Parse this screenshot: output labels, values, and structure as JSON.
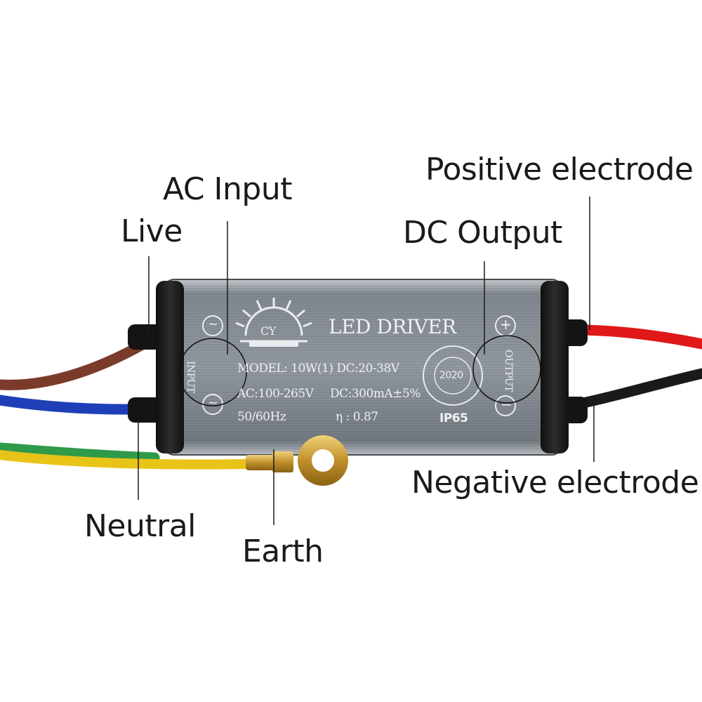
{
  "callouts": {
    "ac_input": "AC Input",
    "live": "Live",
    "neutral": "Neutral",
    "earth": "Earth",
    "dc_output": "DC Output",
    "positive": "Positive electrode",
    "negative": "Negative electrode"
  },
  "driver": {
    "brand": "CY",
    "title": "LED DRIVER",
    "input_label": "INPUT",
    "output_label": "OUTPUT",
    "model": "MODEL: 10W(1) DC:20-38V",
    "ac_rating": "AC:100-265V",
    "dc_rating": "DC:300mA±5%",
    "freq": "50/60Hz",
    "efficiency": "η : 0.87",
    "year": "2020",
    "ip_rating": "IP65",
    "input_symbol": "~",
    "plus_symbol": "+",
    "minus_symbol": "−"
  },
  "colors": {
    "wire_brown": "#7a3b2a",
    "wire_blue": "#1f3fb8",
    "wire_yellow": "#e8c418",
    "wire_green": "#2f9a4a",
    "wire_red": "#e01818",
    "wire_black": "#1a1a1a",
    "housing": "#8d949b",
    "endcap": "#1c1c1c",
    "terminal": "#c9a13a"
  }
}
